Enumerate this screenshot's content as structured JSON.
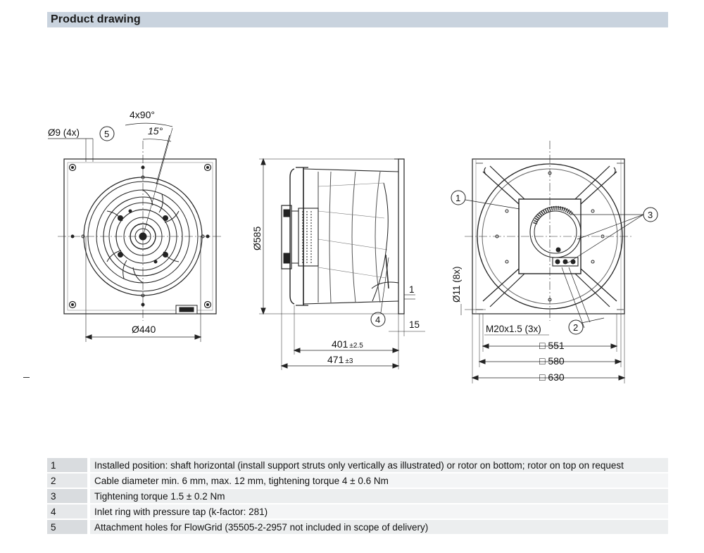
{
  "header": {
    "title": "Product drawing"
  },
  "front_view": {
    "angle_pattern": "4x90°",
    "angle_offset": "15°",
    "hole_dim": "Ø9 (4x)",
    "callout_5": "5",
    "width_dim": "Ø440"
  },
  "side_view": {
    "diameter_dim": "Ø585",
    "callout_4": "4",
    "thickness_dim": "1",
    "flange_dim": "15",
    "depth1_value": "401",
    "depth1_tol": "±2.5",
    "depth2_value": "471",
    "depth2_tol": "±3"
  },
  "rear_view": {
    "callout_1": "1",
    "callout_3": "3",
    "callout_2": "2",
    "hole_dim": "Ø11 (8x)",
    "thread_dim": "M20x1.5 (3x)",
    "dim_551": "□ 551",
    "dim_580": "□ 580",
    "dim_630": "□ 630"
  },
  "notes": [
    {
      "num": "1",
      "text": "Installed position: shaft horizontal (install support struts only vertically as illustrated) or rotor on bottom; rotor on top on request"
    },
    {
      "num": "2",
      "text": "Cable diameter min. 6 mm, max. 12 mm, tightening torque 4 ± 0.6 Nm"
    },
    {
      "num": "3",
      "text": "Tightening torque 1.5 ± 0.2 Nm"
    },
    {
      "num": "4",
      "text": "Inlet ring with pressure tap (k-factor: 281)"
    },
    {
      "num": "5",
      "text": "Attachment holes for FlowGrid (35505-2-2957 not included in scope of delivery)"
    }
  ]
}
